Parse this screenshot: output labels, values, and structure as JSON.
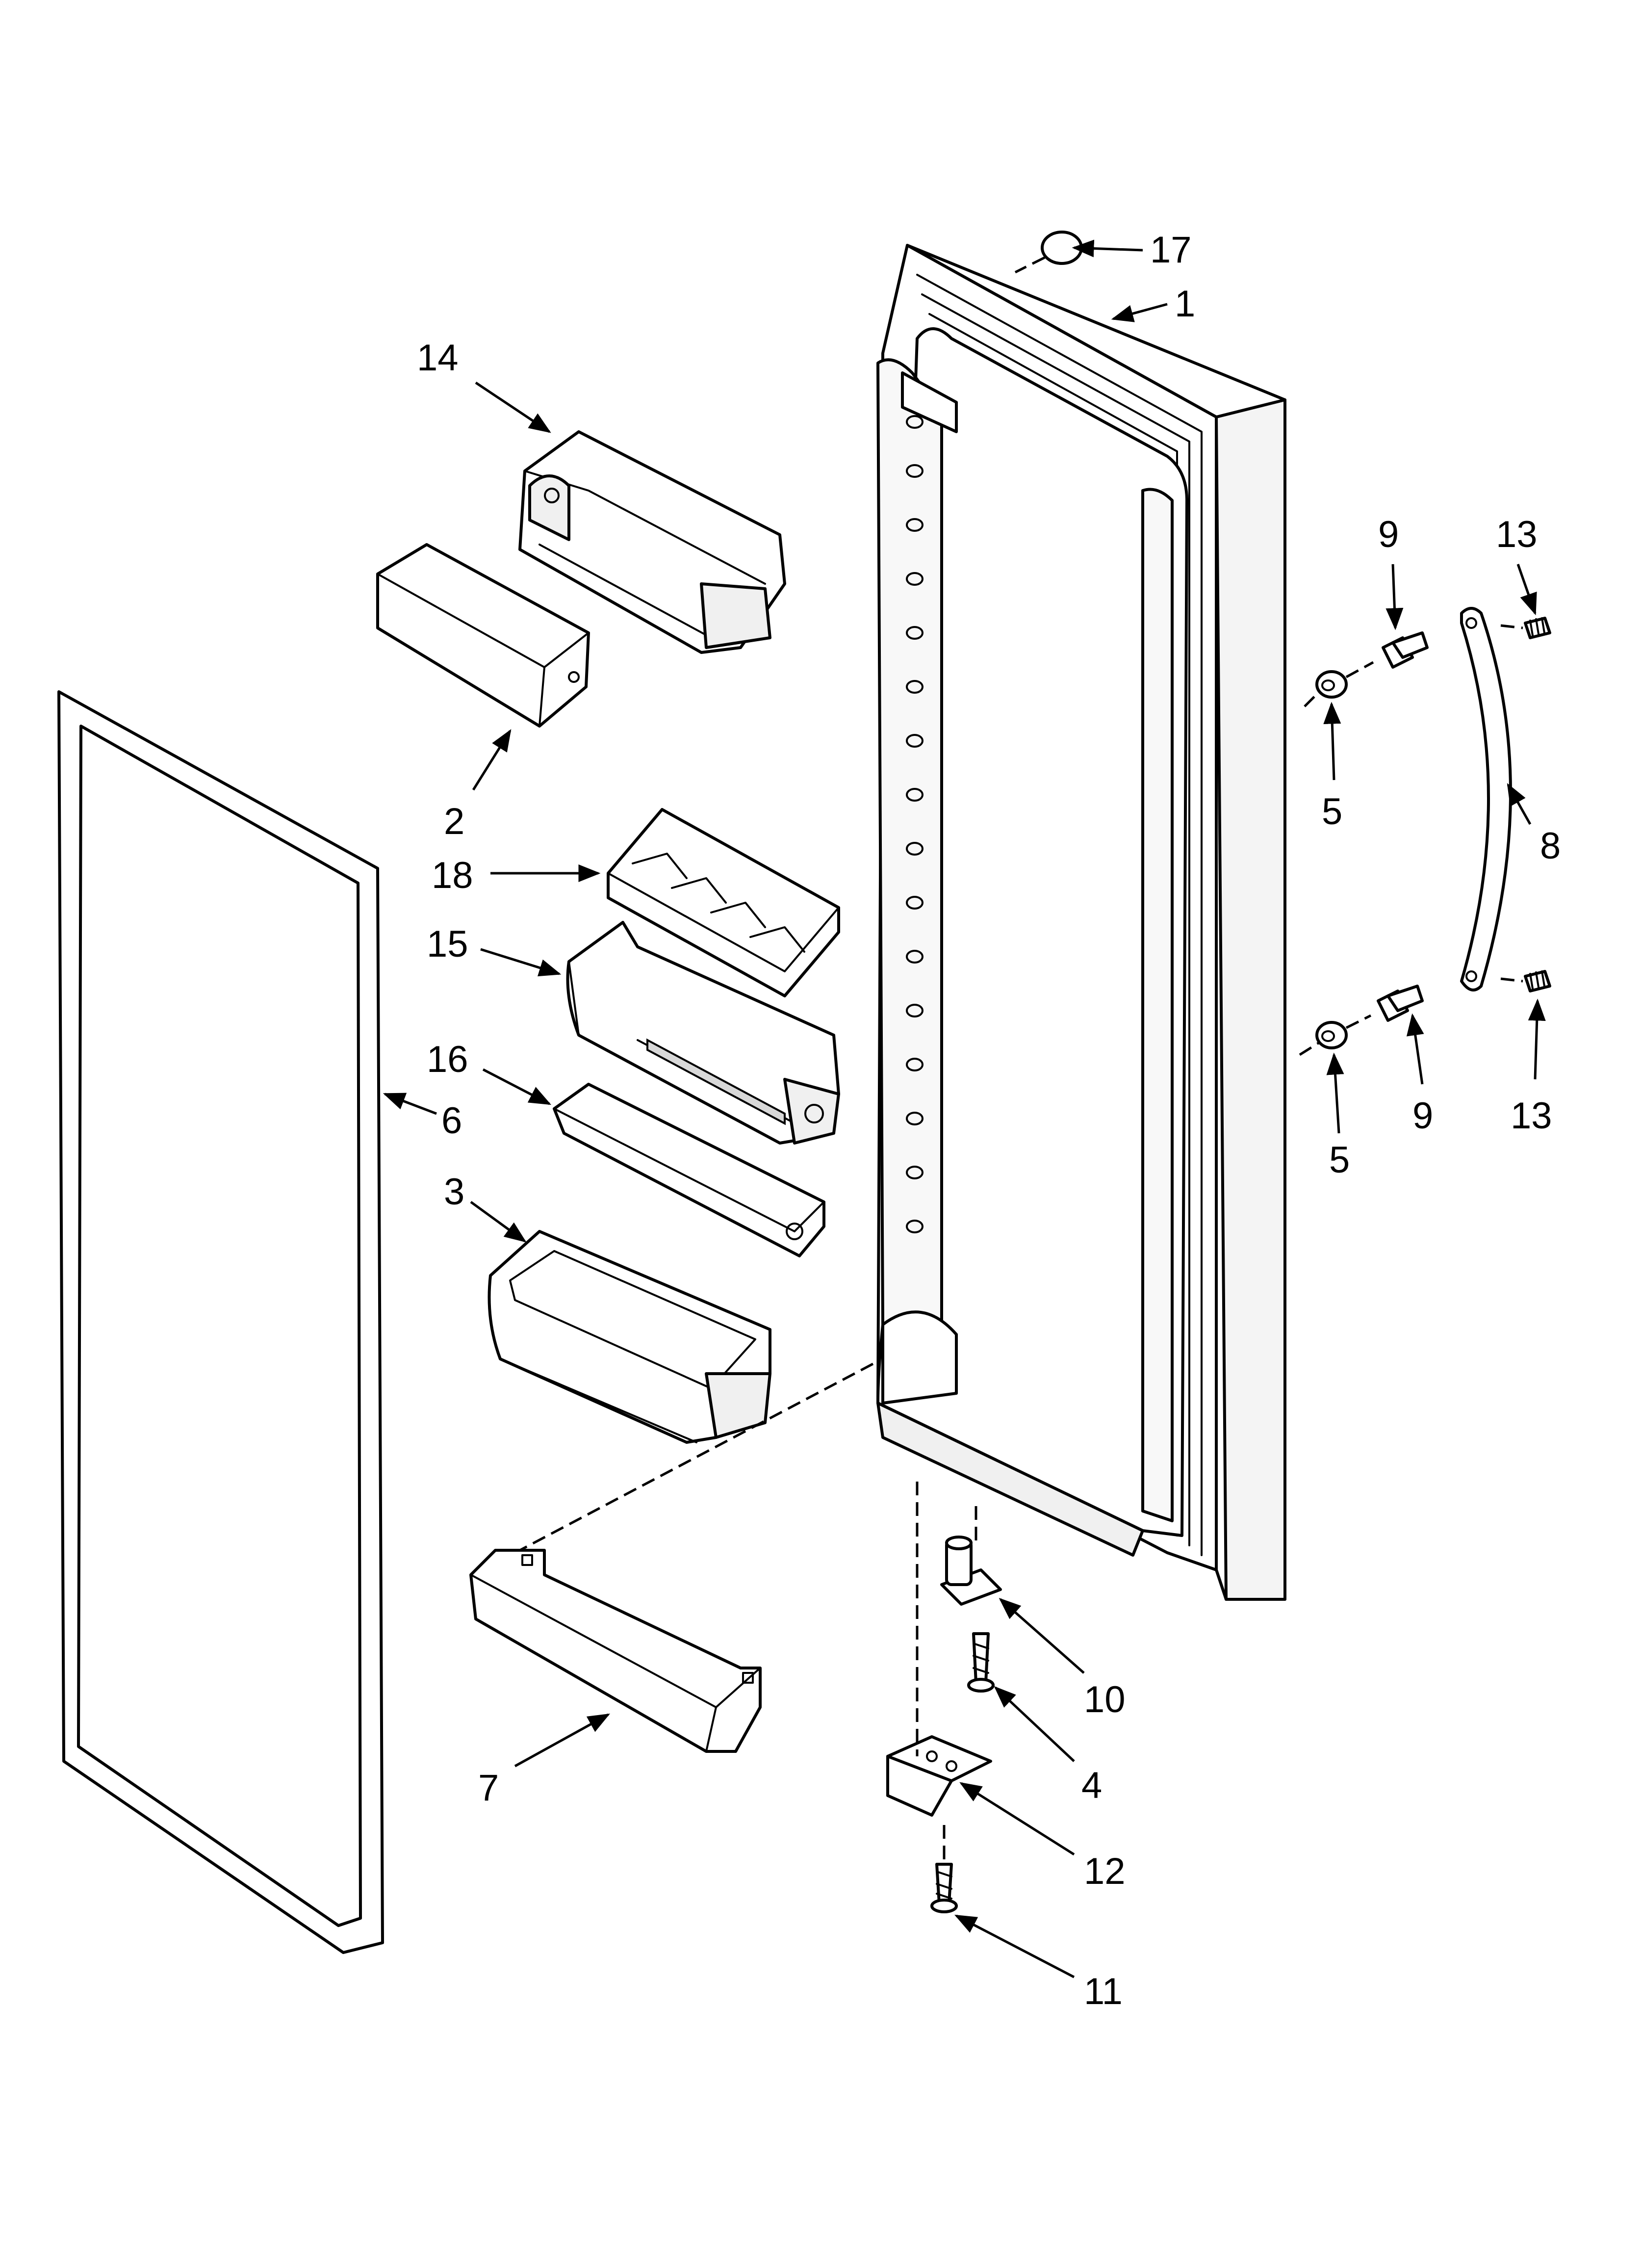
{
  "labels": {
    "p1": "1",
    "p2": "2",
    "p3": "3",
    "p4": "4",
    "p5a": "5",
    "p5b": "5",
    "p6": "6",
    "p7": "7",
    "p8": "8",
    "p9a": "9",
    "p9b": "9",
    "p10": "10",
    "p11": "11",
    "p12": "12",
    "p13a": "13",
    "p13b": "13",
    "p14": "14",
    "p15": "15",
    "p16": "16",
    "p17": "17",
    "p18": "18"
  }
}
